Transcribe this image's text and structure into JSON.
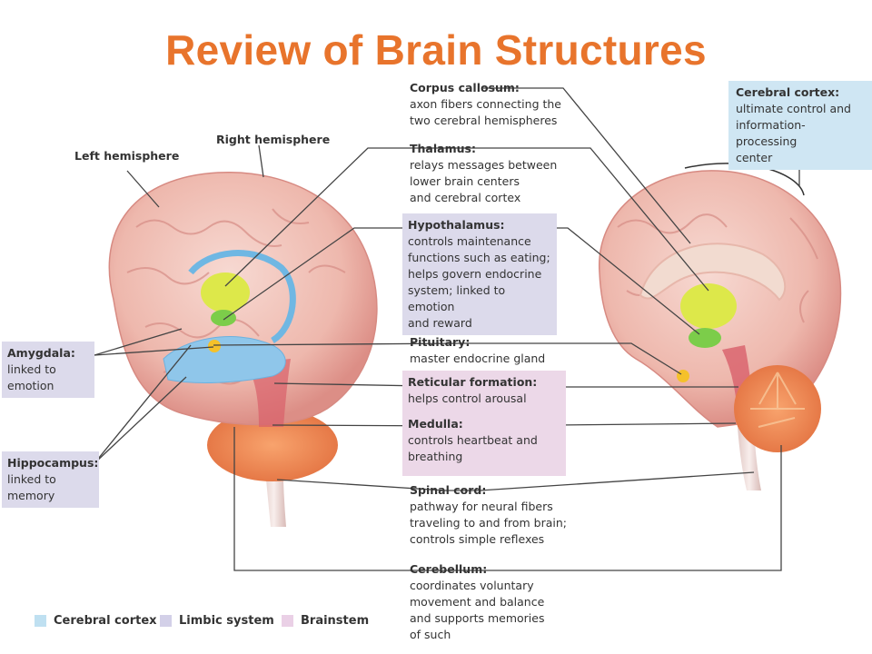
{
  "title": "Review of Brain Structures",
  "hemisphere_labels": {
    "left": "Left hemisphere",
    "right": "Right hemisphere"
  },
  "callouts": {
    "corpus_callosum": {
      "name": "Corpus callosum:",
      "desc": [
        "axon fibers connecting the",
        "two cerebral hemispheres"
      ]
    },
    "thalamus": {
      "name": "Thalamus:",
      "desc": [
        "relays messages between",
        "lower brain centers",
        "and cerebral cortex"
      ]
    },
    "hypothalamus": {
      "name": "Hypothalamus:",
      "desc": [
        "controls maintenance",
        "functions such as eating;",
        "helps govern endocrine",
        "system; linked to emotion",
        "and reward"
      ]
    },
    "pituitary": {
      "name": "Pituitary:",
      "desc": [
        "master endocrine gland"
      ]
    },
    "reticular_formation": {
      "name": "Reticular formation:",
      "desc": [
        "helps control arousal"
      ]
    },
    "medulla": {
      "name": "Medulla:",
      "desc": [
        "controls heartbeat and",
        "breathing"
      ]
    },
    "spinal_cord": {
      "name": "Spinal cord:",
      "desc": [
        "pathway for neural fibers",
        "traveling to and from brain;",
        "controls simple reflexes"
      ]
    },
    "cerebellum": {
      "name": "Cerebellum:",
      "desc": [
        "coordinates voluntary",
        "movement and balance",
        "and supports memories",
        "of such"
      ]
    },
    "cerebral_cortex": {
      "name": "Cerebral cortex:",
      "desc": [
        "ultimate control and",
        "information-processing",
        "center"
      ]
    },
    "amygdala": {
      "name": "Amygdala:",
      "desc": [
        "linked to",
        "emotion"
      ]
    },
    "hippocampus": {
      "name": "Hippocampus:",
      "desc": [
        "linked to",
        "memory"
      ]
    }
  },
  "legend": [
    {
      "label": "Cerebral cortex",
      "color": "#bfe0f1"
    },
    {
      "label": "Limbic system",
      "color": "#d3d0e8"
    },
    {
      "label": "Brainstem",
      "color": "#ead0e6"
    }
  ]
}
